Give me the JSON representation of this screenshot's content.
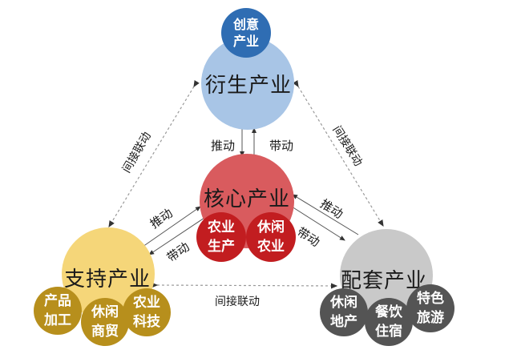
{
  "colors": {
    "creative": "#2f6db3",
    "derivative": "#a8c5e6",
    "core": "#d95b5e",
    "core_sub": "#c21d20",
    "support": "#f5d679",
    "support_sub": "#b78f1c",
    "supporting": "#c9c9c9",
    "supporting_sub": "#545454",
    "arrow": "#555555"
  },
  "nodes": {
    "creative": {
      "line1": "创意",
      "line2": "产业"
    },
    "derivative": {
      "label": "衍生产业"
    },
    "core": {
      "label": "核心产业",
      "subs": [
        {
          "line1": "农业",
          "line2": "生产"
        },
        {
          "line1": "休闲",
          "line2": "农业"
        }
      ]
    },
    "support": {
      "label": "支持产业",
      "subs": [
        {
          "line1": "产品",
          "line2": "加工"
        },
        {
          "line1": "休闲",
          "line2": "商贸"
        },
        {
          "line1": "农业",
          "line2": "科技"
        }
      ]
    },
    "supporting": {
      "label": "配套产业",
      "subs": [
        {
          "line1": "休闲",
          "line2": "地产"
        },
        {
          "line1": "餐饮",
          "line2": "住宿"
        },
        {
          "line1": "特色",
          "line2": "旅游"
        }
      ]
    }
  },
  "relations": {
    "derivative_core_push": "推动",
    "derivative_core_drive": "带动",
    "support_core_push": "推动",
    "support_core_drive": "带动",
    "supporting_core_push": "推动",
    "supporting_core_drive": "带动",
    "indirect_left": "间接联动",
    "indirect_right": "间接联动",
    "indirect_bottom": "间接联动"
  }
}
